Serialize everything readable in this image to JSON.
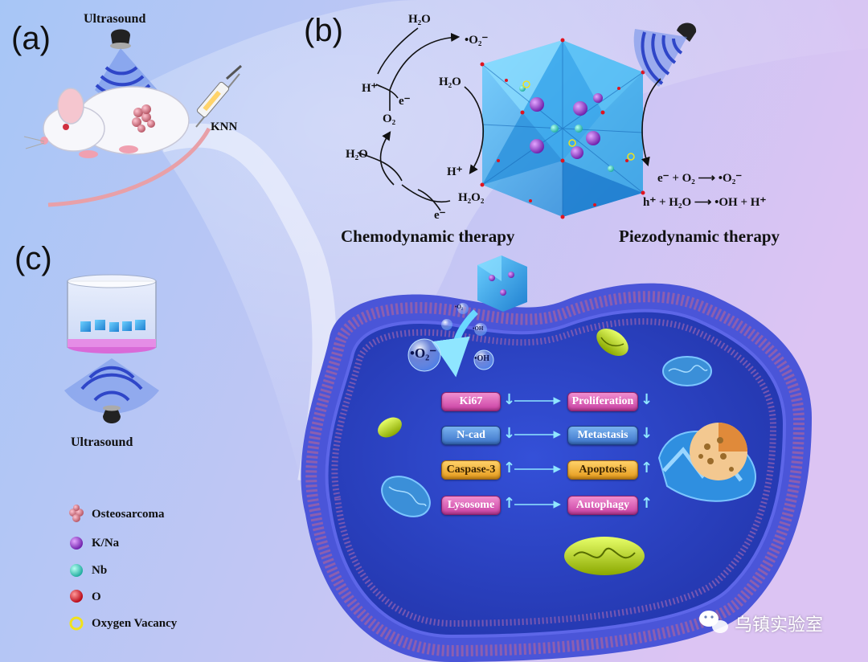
{
  "panels": {
    "a": "(a)",
    "b": "(b)",
    "c": "(c)"
  },
  "panel_a": {
    "ultrasound": "Ultrasound",
    "injection": "KNN"
  },
  "panel_b": {
    "chemo_title": "Chemodynamic therapy",
    "piezo_title": "Piezodynamic therapy",
    "chem_labels": {
      "h2o_top": "H₂O",
      "o2_radical_top": "•O₂⁻",
      "h_plus_left": "H⁺",
      "e_minus_left": "e⁻",
      "o2": "O₂",
      "h2o_left": "H₂O",
      "h2o_mid": "H₂O",
      "h_plus_mid": "H⁺",
      "h2o2": "H₂O₂",
      "e_minus_bottom": "e⁻"
    },
    "piezo_eq1": "e⁻ + O₂ ⟶ •O₂⁻",
    "piezo_eq2": "h⁺ + H₂O ⟶ •OH + H⁺"
  },
  "panel_c": {
    "ultrasound": "Ultrasound"
  },
  "legend": [
    {
      "label": "Osteosarcoma",
      "color": "#d77c8c",
      "icon": "osteosarcoma-icon"
    },
    {
      "label": "K/Na",
      "color": "#9a2fd0",
      "icon": "k-na-atom-icon"
    },
    {
      "label": "Nb",
      "color": "#3fd9c7",
      "icon": "nb-atom-icon"
    },
    {
      "label": "O",
      "color": "#e0141e",
      "icon": "o-atom-icon"
    },
    {
      "label": "Oxygen Vacancy",
      "color": "#f2e21a",
      "icon": "oxygen-vacancy-icon"
    }
  ],
  "cell": {
    "radicals": {
      "o2_big": "•O₂⁻",
      "oh": "•OH",
      "o2_small": "•O₂",
      "oh_small": "•OH"
    },
    "markers": [
      {
        "name": "Ki67",
        "style": "pink",
        "trend": "↓"
      },
      {
        "name": "N-cad",
        "style": "blue",
        "trend": "↓"
      },
      {
        "name": "Caspase-3",
        "style": "orange",
        "trend": "↑"
      },
      {
        "name": "Lysosome",
        "style": "pink",
        "trend": "↑"
      }
    ],
    "outcomes": [
      {
        "name": "Proliferation",
        "style": "pink",
        "trend": "↓"
      },
      {
        "name": "Metastasis",
        "style": "blue",
        "trend": "↓"
      },
      {
        "name": "Apoptosis",
        "style": "orange",
        "trend": "↑"
      },
      {
        "name": "Autophagy",
        "style": "pink",
        "trend": "↑"
      }
    ]
  },
  "watermark": {
    "text": "乌镇实验室",
    "icon": "wechat-icon"
  },
  "colors": {
    "background_left": "#a9c8f6",
    "background_right": "#d9c2f4",
    "membrane": "#4a55d8",
    "cytoplasm": "#2c3fbd",
    "crystal": "#2ea6e8"
  }
}
